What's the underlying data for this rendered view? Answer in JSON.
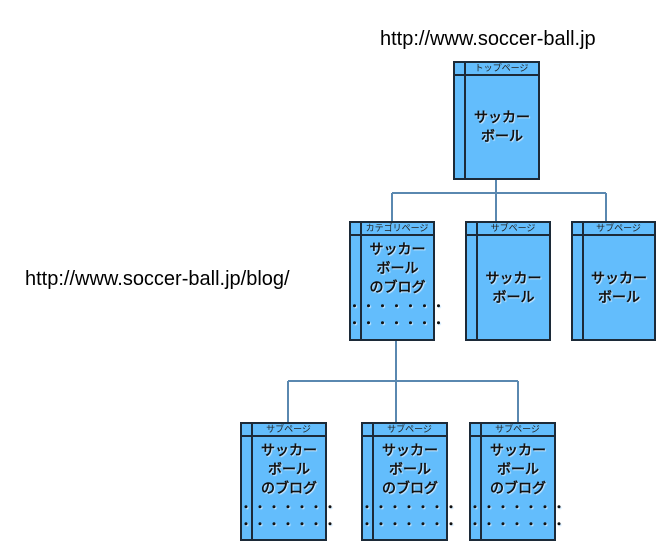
{
  "urls": {
    "top": "http://www.soccer-ball.jp",
    "blog": "http://www.soccer-ball.jp/blog/"
  },
  "colors": {
    "box_fill": "#63bdfc",
    "connector": "#5a88b0",
    "border": "#1c2a38"
  },
  "top_page": {
    "header": "トップページ",
    "line1": "サッカー",
    "line2": "ボール"
  },
  "category_page": {
    "header": "カテゴリページ",
    "line1": "サッカー",
    "line2": "ボール",
    "line3": "のブログ",
    "dots1": "・・・・・・・",
    "dots2": "・・・・・・・"
  },
  "sub_pages_mid": [
    {
      "header": "サブページ",
      "line1": "サッカー",
      "line2": "ボール"
    },
    {
      "header": "サブページ",
      "line1": "サッカー",
      "line2": "ボール"
    }
  ],
  "sub_pages_bottom": [
    {
      "header": "サブページ",
      "line1": "サッカー",
      "line2": "ボール",
      "line3": "のブログ",
      "dots1": "・・・・・・・",
      "dots2": "・・・・・・・"
    },
    {
      "header": "サブページ",
      "line1": "サッカー",
      "line2": "ボール",
      "line3": "のブログ",
      "dots1": "・・・・・・・",
      "dots2": "・・・・・・・"
    },
    {
      "header": "サブページ",
      "line1": "サッカー",
      "line2": "ボール",
      "line3": "のブログ",
      "dots1": "・・・・・・・",
      "dots2": "・・・・・・・"
    }
  ]
}
